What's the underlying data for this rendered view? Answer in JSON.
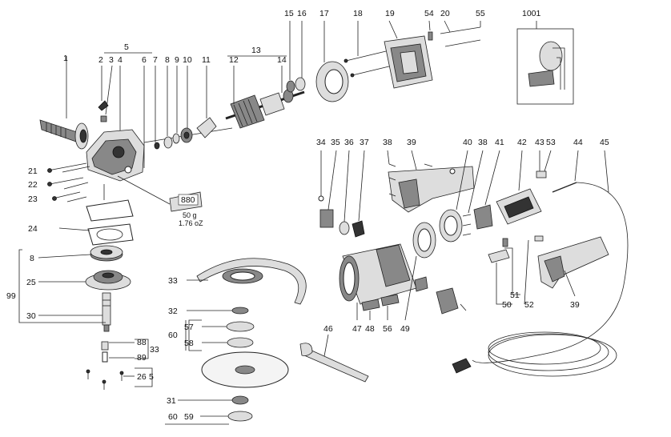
{
  "labels": {
    "p1": "1",
    "p2": "2",
    "p3": "3",
    "p4": "4",
    "p5": "5",
    "p6": "6",
    "p7": "7",
    "p8": "8",
    "p9": "9",
    "p10": "10",
    "p11": "11",
    "p12": "12",
    "p13": "13",
    "p14": "14",
    "p15": "15",
    "p16": "16",
    "p17": "17",
    "p18": "18",
    "p19": "19",
    "p20": "20",
    "p21": "21",
    "p22": "22",
    "p23": "23",
    "p24": "24",
    "p8b": "8",
    "p25": "25",
    "p99": "99",
    "p30": "30",
    "p88": "88",
    "p89": "89",
    "p33a": "33",
    "p26": "26",
    "p5b": "5",
    "p33": "33",
    "p32": "32",
    "p57": "57",
    "p60a": "60",
    "p58": "58",
    "p31": "31",
    "p60b": "60",
    "p59": "59",
    "p34": "34",
    "p35": "35",
    "p36": "36",
    "p37": "37",
    "p38": "38",
    "p39": "39",
    "p40": "40",
    "p38b": "38",
    "p41": "41",
    "p42": "42",
    "p43": "43",
    "p53": "53",
    "p44": "44",
    "p45": "45",
    "p54": "54",
    "p55": "55",
    "p1001": "1001",
    "p46": "46",
    "p47": "47",
    "p48": "48",
    "p56": "56",
    "p49": "49",
    "p50": "50",
    "p51": "51",
    "p52": "52",
    "p39b": "39"
  },
  "grease_tube": {
    "code": "880",
    "weight_g": "50 g",
    "weight_oz": "1.76 oZ"
  }
}
